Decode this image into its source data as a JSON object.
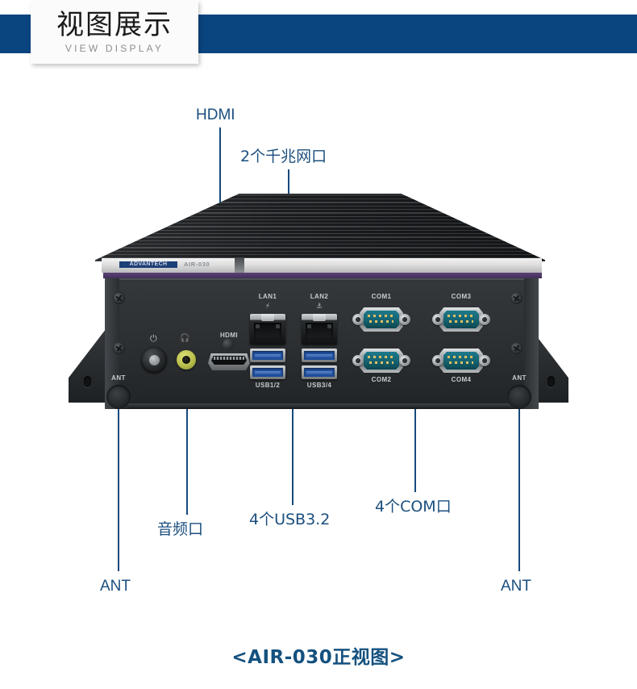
{
  "banner": {
    "title": "视图展示",
    "subtitle": "VIEW DISPLAY",
    "stripe_color": "#0a4580",
    "card_color": "#fbfbfb"
  },
  "callouts": {
    "accent_color": "#1b4f7e",
    "leader_color": "#174a7c",
    "items": [
      {
        "label": "HDMI",
        "name": "callout-hdmi"
      },
      {
        "label": "2个千兆网口",
        "name": "callout-lan"
      },
      {
        "label": "音频口",
        "name": "callout-audio"
      },
      {
        "label": "4个USB3.2",
        "name": "callout-usb"
      },
      {
        "label": "4个COM口",
        "name": "callout-com"
      },
      {
        "label": "ANT",
        "name": "callout-ant-left"
      },
      {
        "label": "ANT",
        "name": "callout-ant-right"
      }
    ]
  },
  "device": {
    "brand": "ADVANTECH",
    "model": "AIR-030",
    "chassis_color": "#2b2e31",
    "accent_stripe_color": "#5b3f73",
    "panel_labels": {
      "lan1": "LAN1",
      "lan2": "LAN2",
      "com1": "COM1",
      "com2": "COM2",
      "com3": "COM3",
      "com4": "COM4",
      "usb12": "USB1/2",
      "usb34": "USB3/4",
      "hdmi": "HDMI",
      "ant_left": "ANT",
      "ant_right": "ANT",
      "power_icon": "⏻",
      "audio_icon": "🎧",
      "lan1_icon": "⚡",
      "lan2_icon": "⚓"
    }
  },
  "caption": "<AIR-030正视图>"
}
